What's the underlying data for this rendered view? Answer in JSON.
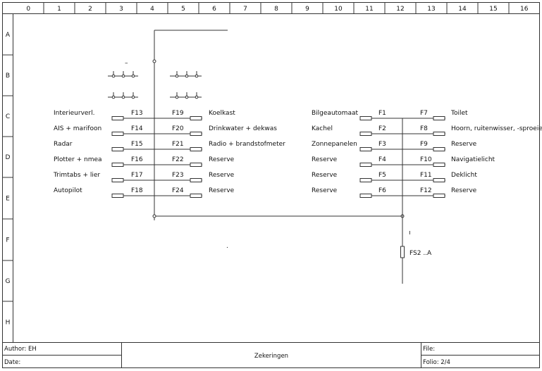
{
  "columns": [
    "0",
    "1",
    "2",
    "3",
    "4",
    "5",
    "6",
    "7",
    "8",
    "9",
    "10",
    "11",
    "12",
    "13",
    "14",
    "15",
    "16"
  ],
  "rows": [
    "A",
    "B",
    "C",
    "D",
    "E",
    "F",
    "G",
    "H"
  ],
  "left_group": [
    {
      "desc": "Interieurverl.",
      "fuse_a": "F13",
      "fuse_b": "F19",
      "load": "Koelkast"
    },
    {
      "desc": "AIS + marifoon",
      "fuse_a": "F14",
      "fuse_b": "F20",
      "load": "Drinkwater + dekwas"
    },
    {
      "desc": "Radar",
      "fuse_a": "F15",
      "fuse_b": "F21",
      "load": "Radio + brandstofmeter"
    },
    {
      "desc": "Plotter + nmea",
      "fuse_a": "F16",
      "fuse_b": "F22",
      "load": "Reserve"
    },
    {
      "desc": "Trimtabs + lier",
      "fuse_a": "F17",
      "fuse_b": "F23",
      "load": "Reserve"
    },
    {
      "desc": "Autopilot",
      "fuse_a": "F18",
      "fuse_b": "F24",
      "load": "Reserve"
    }
  ],
  "right_group": [
    {
      "desc": "Bilgeautomaat",
      "fuse_a": "F1",
      "fuse_b": "F7",
      "load": "Toilet"
    },
    {
      "desc": "Kachel",
      "fuse_a": "F2",
      "fuse_b": "F8",
      "load": "Hoorn, ruitenwisser, -sproeier"
    },
    {
      "desc": "Zonnepanelen",
      "fuse_a": "F3",
      "fuse_b": "F9",
      "load": "Reserve"
    },
    {
      "desc": "Reserve",
      "fuse_a": "F4",
      "fuse_b": "F10",
      "load": "Navigatielicht"
    },
    {
      "desc": "Reserve",
      "fuse_a": "F5",
      "fuse_b": "F11",
      "load": "Deklicht"
    },
    {
      "desc": "Reserve",
      "fuse_a": "F6",
      "fuse_b": "F12",
      "load": "Reserve"
    }
  ],
  "main_fuse": "FS2 ..A",
  "small_marks": {
    "dash": "–",
    "tick": "ı",
    "dot": "."
  },
  "title_block": {
    "author": "Author: EH",
    "date": "Date:",
    "title": "Zekeringen",
    "file": "File:",
    "folio": "Folio: 2/4"
  }
}
